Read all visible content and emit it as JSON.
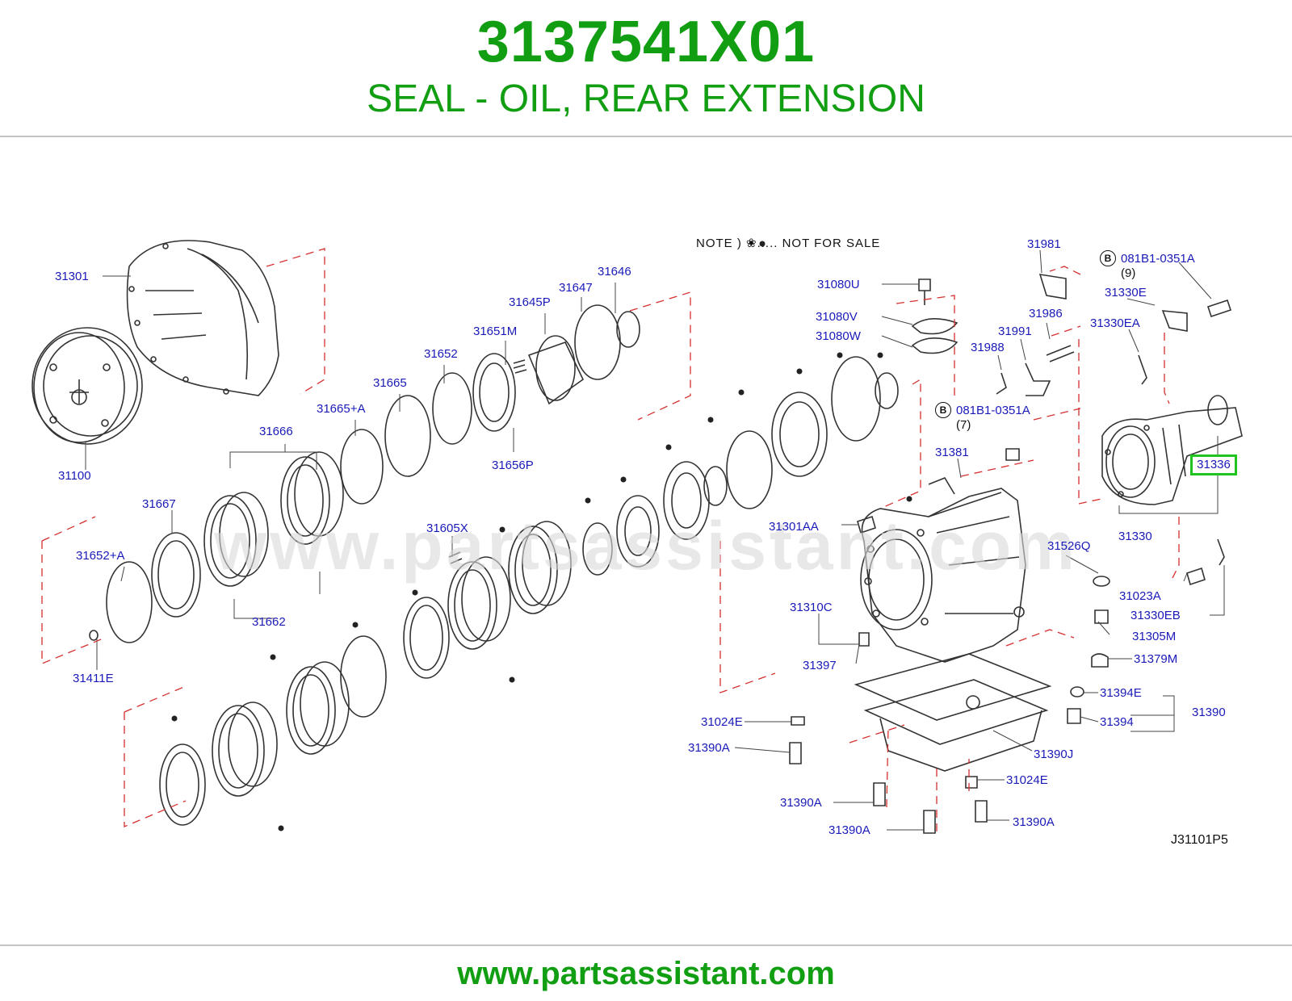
{
  "header": {
    "part_number": "3137541X01",
    "description": "SEAL - OIL, REAR EXTENSION"
  },
  "footer": {
    "url": "www.partsassistant.com"
  },
  "watermark": {
    "text": "www.partsassistant.com"
  },
  "diagram": {
    "note": "NOTE ) ❀..... NOT FOR SALE",
    "drawing_code": "J31101P5",
    "highlighted_part": "31336",
    "bolt_refs": [
      {
        "mark": "B",
        "part": "081B1-0351A",
        "qty": "(9)"
      },
      {
        "mark": "B",
        "part": "081B1-0351A",
        "qty": "(7)"
      }
    ],
    "labels": {
      "p31301": "31301",
      "p31100": "31100",
      "p31667": "31667",
      "p31652A": "31652+A",
      "p31411E": "31411E",
      "p31666": "31666",
      "p31662": "31662",
      "p31665A": "31665+A",
      "p31665": "31665",
      "p31652": "31652",
      "p31651M": "31651M",
      "p31656P": "31656P",
      "p31645P": "31645P",
      "p31647": "31647",
      "p31646": "31646",
      "p31605X": "31605X",
      "p31080U": "31080U",
      "p31080V": "31080V",
      "p31080W": "31080W",
      "p31981": "31981",
      "p31986": "31986",
      "p31991": "31991",
      "p31988": "31988",
      "p31330E": "31330E",
      "p31330EA": "31330EA",
      "p31381": "31381",
      "p31301AA": "31301AA",
      "p31526Q": "31526Q",
      "p31330": "31330",
      "p31023A": "31023A",
      "p31330EB": "31330EB",
      "p31305M": "31305M",
      "p31379M": "31379M",
      "p31310C": "31310C",
      "p31397": "31397",
      "p31394E": "31394E",
      "p31394": "31394",
      "p31390": "31390",
      "p31024E_a": "31024E",
      "p31390A_a": "31390A",
      "p31390J": "31390J",
      "p31024E_b": "31024E",
      "p31390A_b": "31390A",
      "p31390A_c": "31390A",
      "p31390A_d": "31390A"
    }
  }
}
